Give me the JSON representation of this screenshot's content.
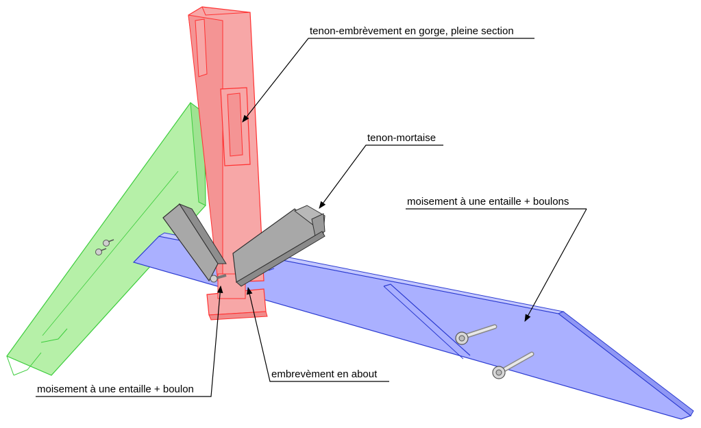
{
  "labels": {
    "tenon_embrevement": "tenon-embrèvement en gorge, pleine section",
    "tenon_mortaise": "tenon-mortaise",
    "moisement_boulons": "moisement à une entaille + boulons",
    "moisement_boulon": "moisement à une entaille + boulon",
    "embrevement_about": "embrevèment en about"
  },
  "colors": {
    "red_member": "#f7a7a7",
    "red_edge": "#ff3030",
    "green_member": "#b6f0a8",
    "green_edge": "#3ccc3c",
    "blue_member": "#aab0ff",
    "blue_edge": "#2a3ad0",
    "grey_member": "#a8a8a8",
    "grey_edge": "#303030",
    "leader": "#000000"
  }
}
